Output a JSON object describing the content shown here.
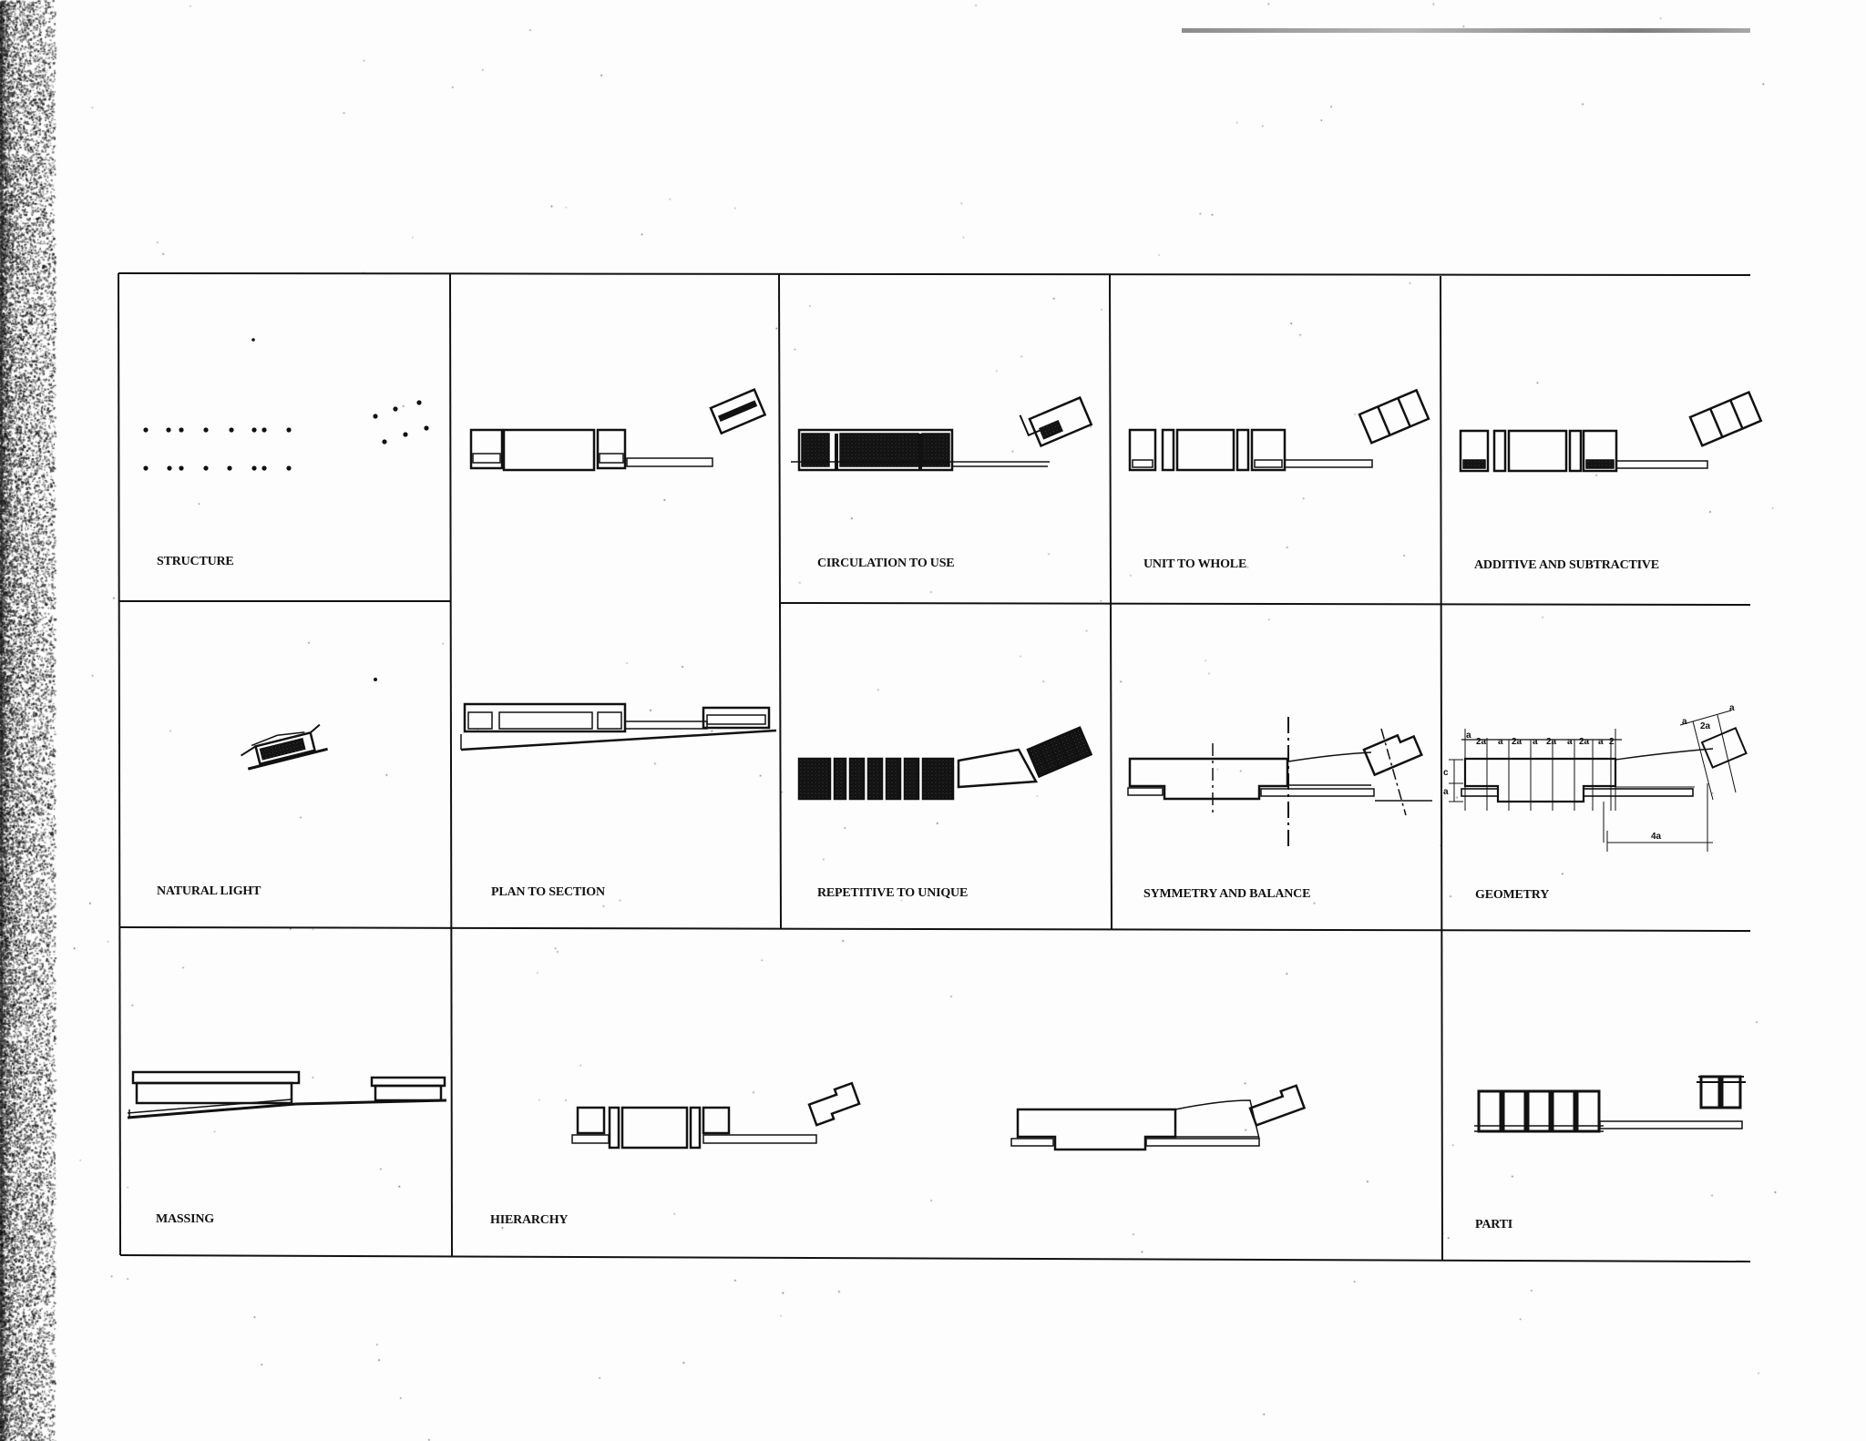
{
  "panels": {
    "structure": "STRUCTURE",
    "plan_to_section": "PLAN TO SECTION",
    "circulation_to_use": "CIRCULATION TO USE",
    "unit_to_whole": "UNIT TO WHOLE",
    "additive_and_subtractive": "ADDITIVE AND SUBTRACTIVE",
    "natural_light": "NATURAL LIGHT",
    "repetitive_to_unique": "REPETITIVE TO UNIQUE",
    "symmetry_and_balance": "SYMMETRY AND BALANCE",
    "geometry": "GEOMETRY",
    "massing": "MASSING",
    "hierarchy": "HIERARCHY",
    "parti": "PARTI"
  },
  "geometry_dims": {
    "top": [
      "a",
      "2a",
      "a",
      "2a",
      "a",
      "2a",
      "a",
      "2a",
      "a",
      "2"
    ],
    "right": [
      "a",
      "2a",
      "a"
    ],
    "left": [
      "c",
      "a"
    ],
    "bottom": "4a"
  },
  "colors": {
    "line": "#111111",
    "poche": "#8a8a8a",
    "paper": "#fdfdfd"
  }
}
